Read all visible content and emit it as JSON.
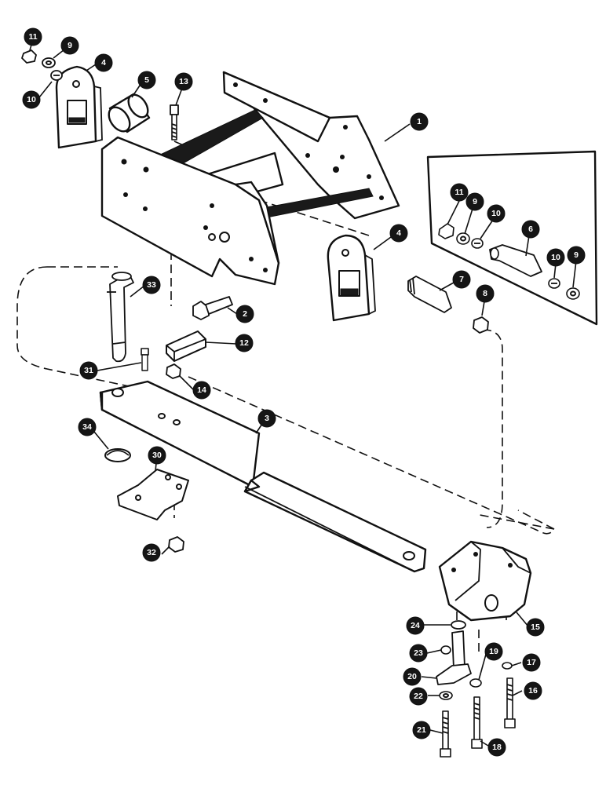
{
  "callouts": [
    {
      "id": "c1",
      "label": "1"
    },
    {
      "id": "c2",
      "label": "2"
    },
    {
      "id": "c3",
      "label": "3"
    },
    {
      "id": "c4a",
      "label": "4"
    },
    {
      "id": "c4b",
      "label": "4"
    },
    {
      "id": "c5",
      "label": "5"
    },
    {
      "id": "c6",
      "label": "6"
    },
    {
      "id": "c7",
      "label": "7"
    },
    {
      "id": "c8",
      "label": "8"
    },
    {
      "id": "c9a",
      "label": "9"
    },
    {
      "id": "c9b",
      "label": "9"
    },
    {
      "id": "c9c",
      "label": "9"
    },
    {
      "id": "c10a",
      "label": "10"
    },
    {
      "id": "c10b",
      "label": "10"
    },
    {
      "id": "c10c",
      "label": "10"
    },
    {
      "id": "c11a",
      "label": "11"
    },
    {
      "id": "c11b",
      "label": "11"
    },
    {
      "id": "c12",
      "label": "12"
    },
    {
      "id": "c13",
      "label": "13"
    },
    {
      "id": "c14",
      "label": "14"
    },
    {
      "id": "c15",
      "label": "15"
    },
    {
      "id": "c16",
      "label": "16"
    },
    {
      "id": "c17",
      "label": "17"
    },
    {
      "id": "c18",
      "label": "18"
    },
    {
      "id": "c19",
      "label": "19"
    },
    {
      "id": "c20",
      "label": "20"
    },
    {
      "id": "c21",
      "label": "21"
    },
    {
      "id": "c22",
      "label": "22"
    },
    {
      "id": "c23",
      "label": "23"
    },
    {
      "id": "c24",
      "label": "24"
    },
    {
      "id": "c30",
      "label": "30"
    },
    {
      "id": "c31",
      "label": "31"
    },
    {
      "id": "c32",
      "label": "32"
    },
    {
      "id": "c33",
      "label": "33"
    },
    {
      "id": "c34",
      "label": "34"
    }
  ]
}
